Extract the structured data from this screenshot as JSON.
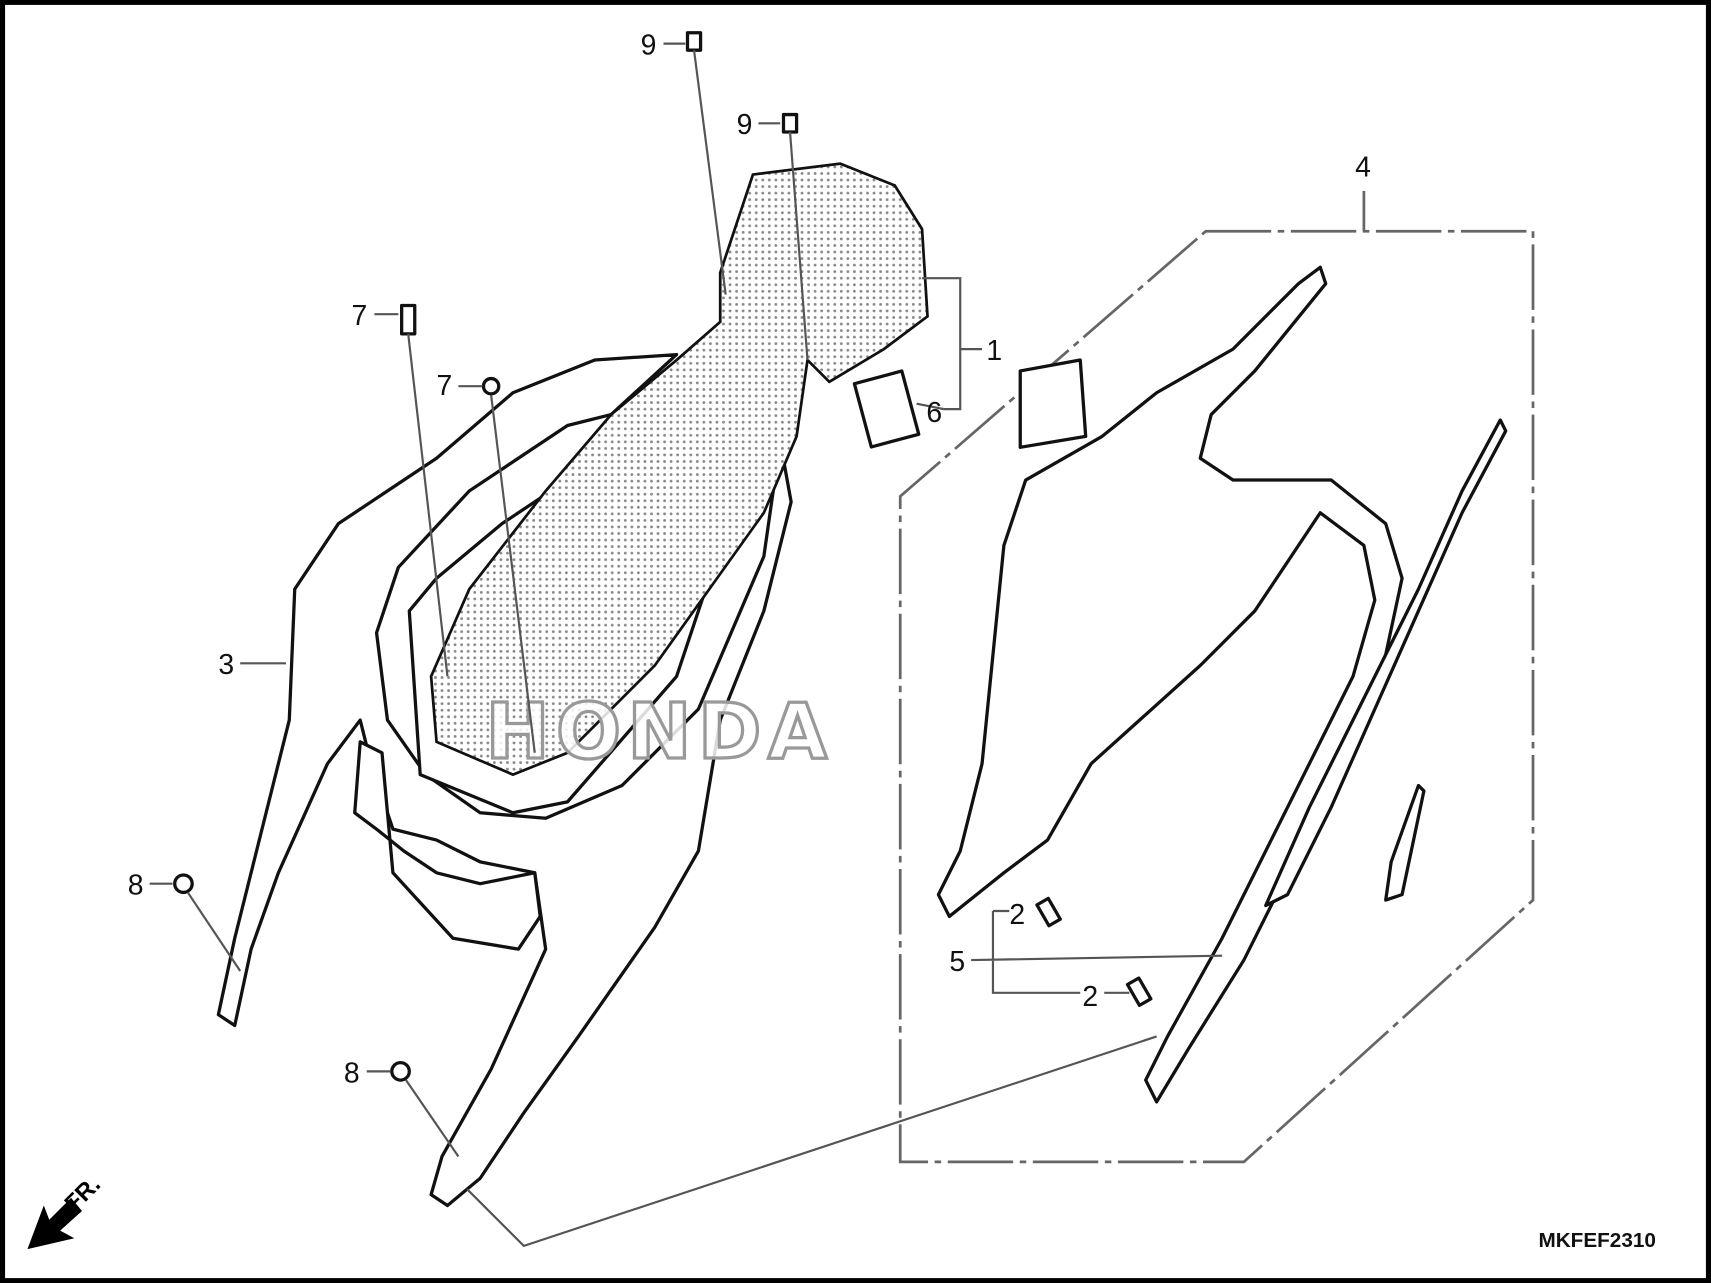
{
  "diagram": {
    "callouts": {
      "part_1": "1",
      "part_2a": "2",
      "part_2b": "2",
      "part_3": "3",
      "part_4": "4",
      "part_5": "5",
      "part_6": "6",
      "part_7a": "7",
      "part_7b": "7",
      "part_8a": "8",
      "part_8b": "8",
      "part_9a": "9",
      "part_9b": "9"
    },
    "front_arrow_label": "FR.",
    "diagram_code": "MKFEF2310",
    "watermark": "HONDA",
    "icons": [
      "front-direction-arrow-icon"
    ]
  }
}
